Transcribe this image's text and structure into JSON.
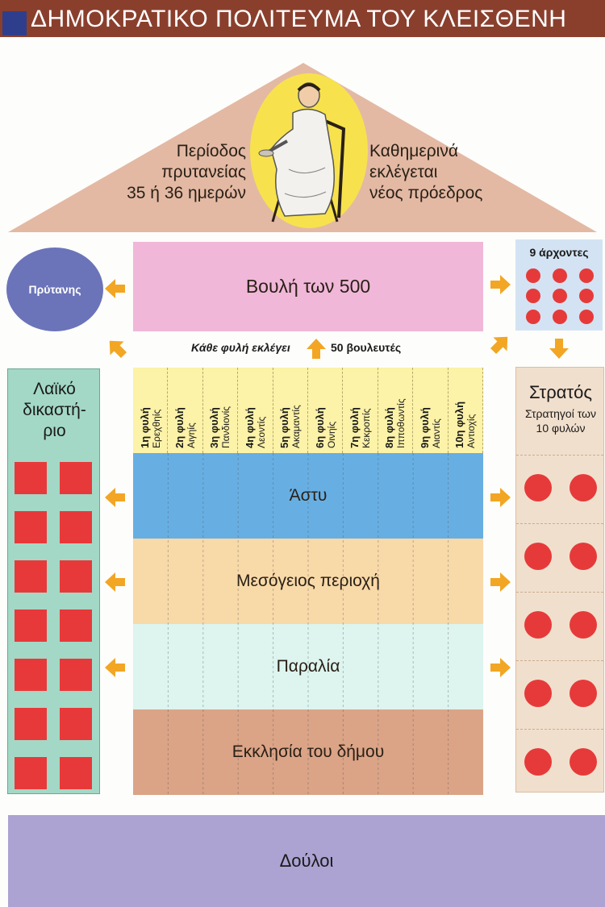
{
  "title": "ΔΗΜΟΚΡΑΤΙΚΟ ΠΟΛΙΤΕΥΜΑ ΤΟΥ ΚΛΕΙΣΘΕΝΗ",
  "pediment": {
    "left_lines": [
      "Περίοδος",
      "πρυτανείας",
      "35 ή 36 ημερών"
    ],
    "right_lines": [
      "Καθημερινά",
      "εκλέγεται",
      "νέος πρόεδρος"
    ]
  },
  "prytanis": "Πρύτανης",
  "boule": "Βουλή των 500",
  "archons": {
    "label": "9 άρχοντες",
    "count": 9
  },
  "election": {
    "left": "Κάθε φυλή εκλέγει",
    "right": "50 βουλευτές"
  },
  "dikastirio": {
    "lines": [
      "Λαϊκό",
      "δικαστή-",
      "ριο"
    ],
    "squares": 14
  },
  "stratos": {
    "title": "Στρατός",
    "sub_lines": [
      "Στρατηγοί των",
      "10 φυλών"
    ],
    "circles": 10
  },
  "tribes": [
    {
      "num": "1η φυλή",
      "name": "Ερεχθηίς"
    },
    {
      "num": "2η φυλή",
      "name": "Αιγηίς"
    },
    {
      "num": "3η φυλή",
      "name": "Πανδιονίς"
    },
    {
      "num": "4η φυλή",
      "name": "Λεοντίς"
    },
    {
      "num": "5η φυλή",
      "name": "Ακαμαντίς"
    },
    {
      "num": "6η φυλή",
      "name": "Οινηίς"
    },
    {
      "num": "7η φυλή",
      "name": "Κεκροπίς"
    },
    {
      "num": "8η φυλή",
      "name": "Ιπποθωντίς"
    },
    {
      "num": "9η φυλή",
      "name": "Αιαντίς"
    },
    {
      "num": "10η φυλή",
      "name": "Αντιοχίς"
    }
  ],
  "bands": {
    "astu": "Άστυ",
    "mesogeios": "Μεσόγειος περιοχή",
    "paralia": "Παραλία",
    "ekklisia": "Εκκλησία του δήμου"
  },
  "douloi": "Δούλοι",
  "colors": {
    "title_bg": "#8a3f2d",
    "arrow": "#f2a623",
    "red": "#e63a3a"
  }
}
